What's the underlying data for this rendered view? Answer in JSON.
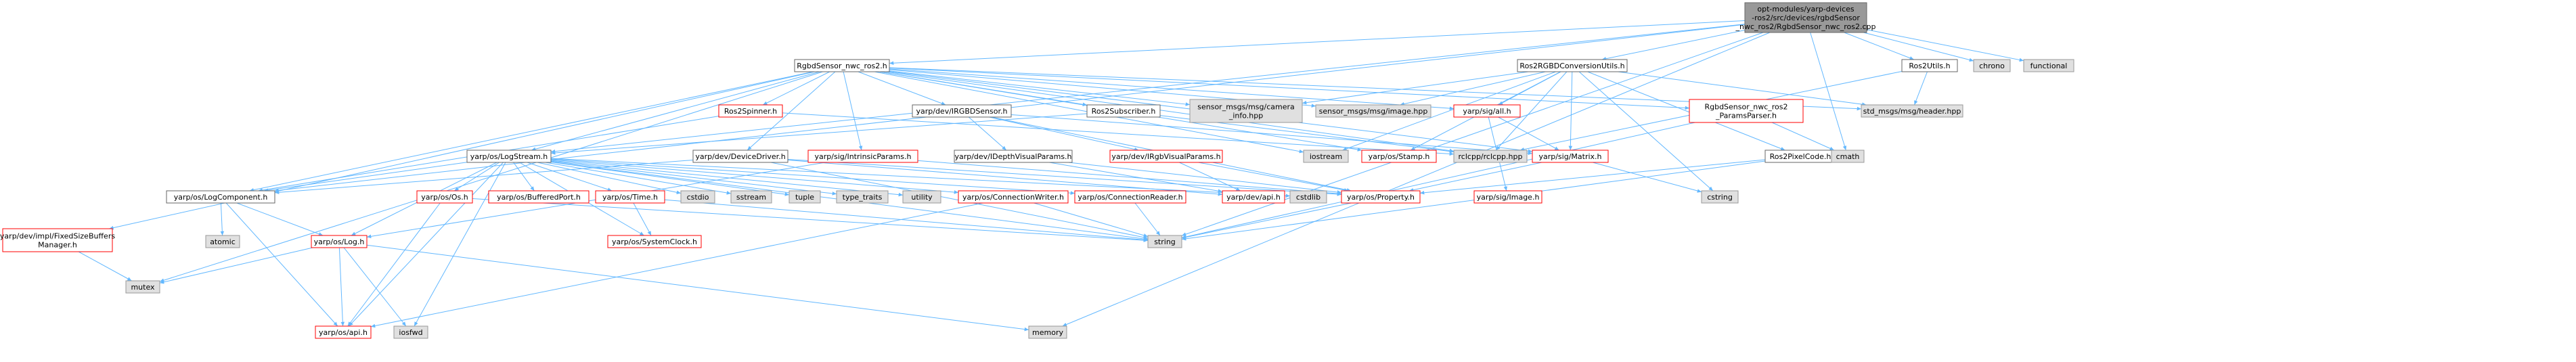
{
  "graph": {
    "root": {
      "lines": [
        "opt-modules/yarp-devices",
        "-ros2/src/devices/rgbdSensor",
        "_nwc_ros2/RgbdSensor_nwc_ros2.cpp"
      ]
    },
    "nodes": {
      "rgbd": [
        "RgbdSensor_nwc_ros2.h"
      ],
      "conv": [
        "Ros2RGBDConversionUtils.h"
      ],
      "utils": [
        "Ros2Utils.h"
      ],
      "chrono": [
        "chrono"
      ],
      "functional": [
        "functional"
      ],
      "fixedbuf": [
        "yarp/dev/impl/FixedSizeBuffers",
        "Manager.h"
      ],
      "spinner": [
        "Ros2Spinner.h"
      ],
      "irgbd": [
        "yarp/dev/IRGBDSensor.h"
      ],
      "subscriber": [
        "Ros2Subscriber.h"
      ],
      "camerainfo": [
        "sensor_msgs/msg/camera",
        "_info.hpp"
      ],
      "imagehpp": [
        "sensor_msgs/msg/image.hpp"
      ],
      "sigall": [
        "yarp/sig/all.h"
      ],
      "paramsparser": [
        "RgbdSensor_nwc_ros2",
        "_ParamsParser.h"
      ],
      "header": [
        "std_msgs/msg/header.hpp"
      ],
      "logstream": [
        "yarp/os/LogStream.h"
      ],
      "devicedriver": [
        "yarp/dev/DeviceDriver.h"
      ],
      "intrinsic": [
        "yarp/sig/IntrinsicParams.h"
      ],
      "idepth": [
        "yarp/dev/IDepthVisualParams.h"
      ],
      "irgbvis": [
        "yarp/dev/IRgbVisualParams.h"
      ],
      "iostream": [
        "iostream"
      ],
      "stamp": [
        "yarp/os/Stamp.h"
      ],
      "rclcpp": [
        "rclcpp/rclcpp.hpp"
      ],
      "matrix": [
        "yarp/sig/Matrix.h"
      ],
      "pixelcode": [
        "Ros2PixelCode.h"
      ],
      "cmath": [
        "cmath"
      ],
      "logcomponent": [
        "yarp/os/LogComponent.h"
      ],
      "osos": [
        "yarp/os/Os.h"
      ],
      "bufferedport": [
        "yarp/os/BufferedPort.h"
      ],
      "time": [
        "yarp/os/Time.h"
      ],
      "cstdio": [
        "cstdio"
      ],
      "sstream": [
        "sstream"
      ],
      "tuple": [
        "tuple"
      ],
      "typetraits": [
        "type_traits"
      ],
      "utility": [
        "utility"
      ],
      "connwriter": [
        "yarp/os/ConnectionWriter.h"
      ],
      "connreader": [
        "yarp/os/ConnectionReader.h"
      ],
      "devapi": [
        "yarp/dev/api.h"
      ],
      "cstdlib": [
        "cstdlib"
      ],
      "property": [
        "yarp/os/Property.h"
      ],
      "sigimage": [
        "yarp/sig/Image.h"
      ],
      "cstring": [
        "cstring"
      ],
      "atomic": [
        "atomic"
      ],
      "log": [
        "yarp/os/Log.h"
      ],
      "sysclock": [
        "yarp/os/SystemClock.h"
      ],
      "string": [
        "string"
      ],
      "mutex": [
        "mutex"
      ],
      "osapi": [
        "yarp/os/api.h"
      ],
      "iosfwd": [
        "iosfwd"
      ],
      "memory": [
        "memory"
      ]
    }
  },
  "colors": {
    "root_fill": "#999999",
    "root_border": "#666666",
    "node_fill": "#ffffff",
    "std_fill": "#e0e0e0",
    "std_border": "#999999",
    "red_border": "#ff0000",
    "doc_border": "#666666",
    "edge": "#63b8ff"
  }
}
